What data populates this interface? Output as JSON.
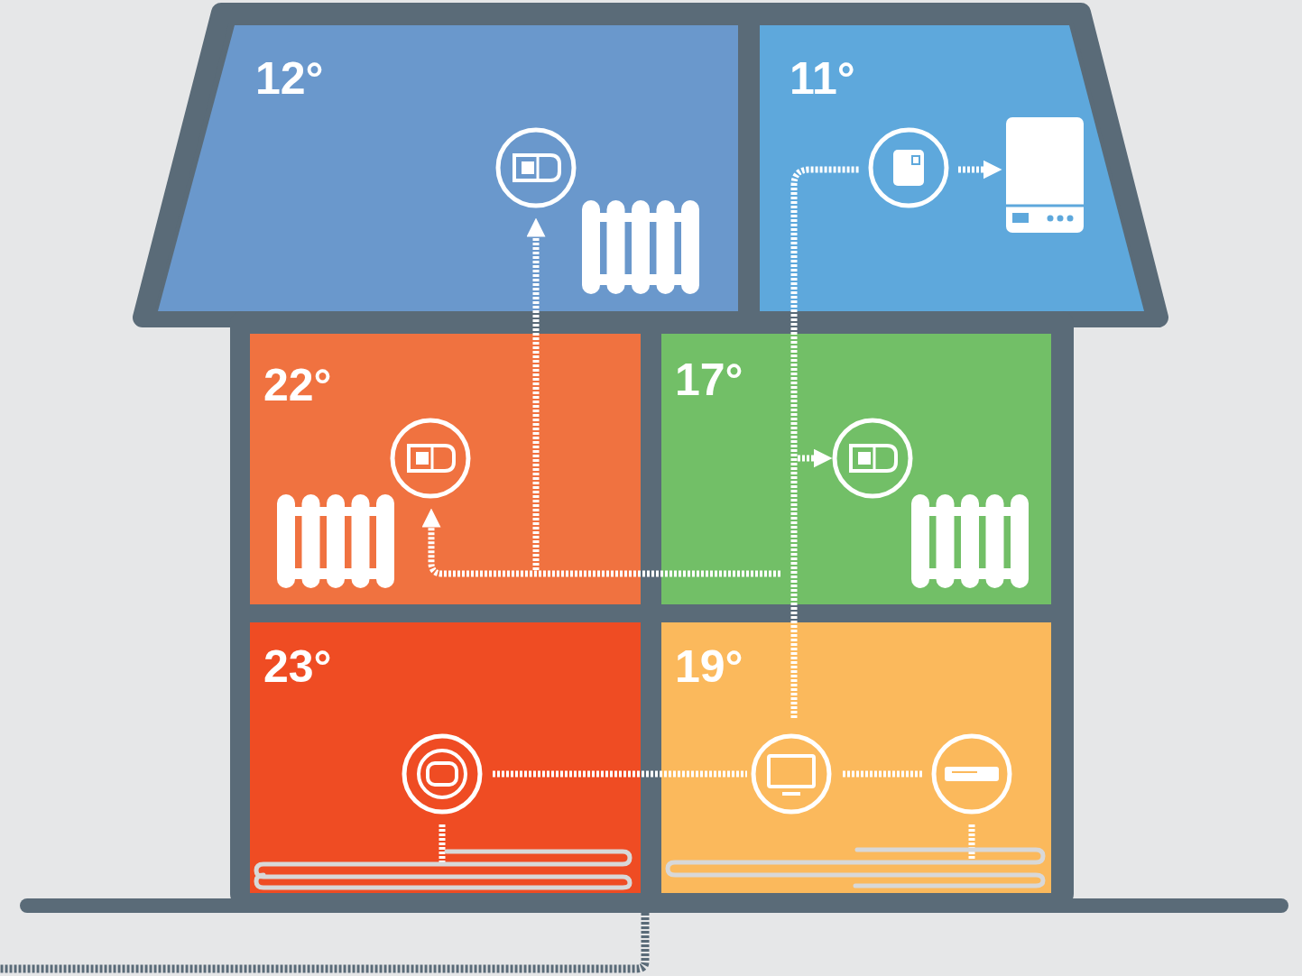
{
  "diagram": {
    "nodes": [
      {
        "text": [
          "12°"
        ]
      },
      {
        "text": [
          "11°"
        ]
      },
      {
        "text": [
          "22°"
        ]
      },
      {
        "text": [
          "17°"
        ]
      },
      {
        "text": [
          "23°"
        ]
      },
      {
        "text": [
          "19°"
        ]
      }
    ]
  }
}
